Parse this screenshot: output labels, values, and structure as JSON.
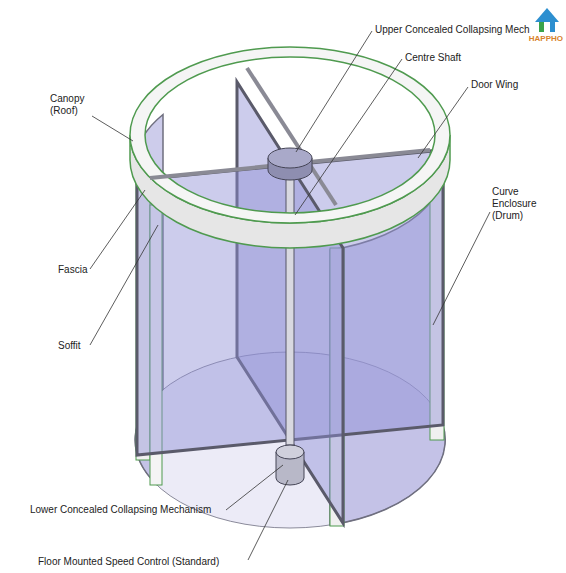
{
  "diagram": {
    "labels": [
      "Upper Concealed Collapsing Mech",
      "Centre Shaft",
      "Door Wing",
      "Canopy (Roof)",
      "Curve Enclosure (Drum)",
      "Fascia",
      "Soffit",
      "Lower Concealed Collapsing Mechanism",
      "Floor Mounted Speed Control (Standard)",
      "HAPPHO"
    ]
  }
}
